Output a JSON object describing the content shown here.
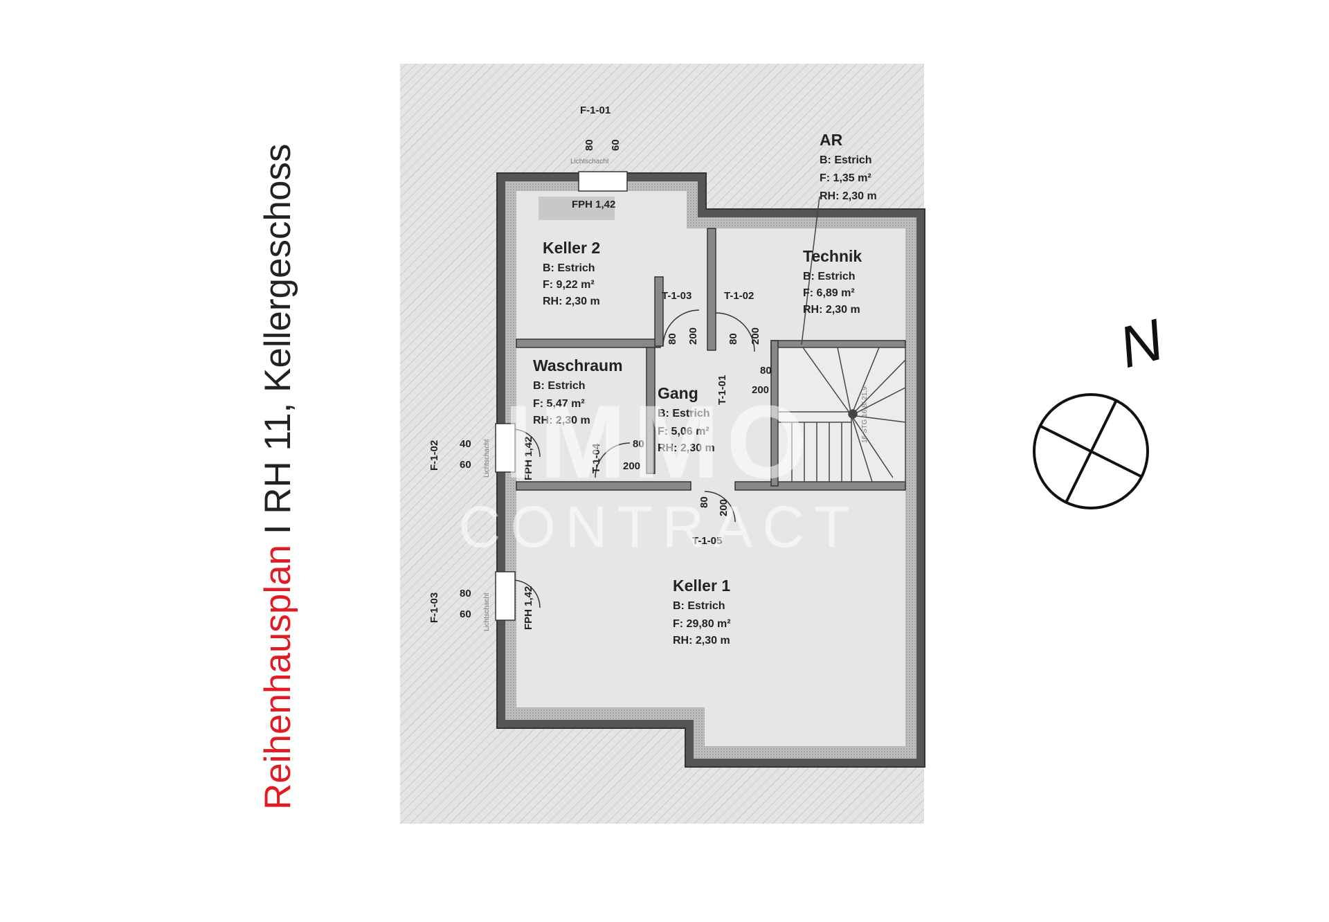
{
  "title": {
    "prefix": "Reihenhausplan",
    "rest": " I RH 11, Kellergeschoss"
  },
  "colors": {
    "title_accent": "#e01b24",
    "room_fill": "#e6e6e6",
    "hatch_fill": "#dcdcdc"
  },
  "watermark": {
    "logo": "IMMO",
    "word": "CONTRACT"
  },
  "north_label": "N",
  "rooms": {
    "keller2": {
      "name": "Keller 2",
      "floor": "B: Estrich",
      "area": "F:   9,22 m²",
      "height": "RH: 2,30 m"
    },
    "technik": {
      "name": "Technik",
      "floor": "B: Estrich",
      "area": "F:   6,89 m²",
      "height": "RH: 2,30 m"
    },
    "waschraum": {
      "name": "Waschraum",
      "floor": "B: Estrich",
      "area": "F:        5,47 m²",
      "height": "RH:      2,30 m"
    },
    "gang": {
      "name": "Gang",
      "floor": "B: Estrich",
      "area": "F:   5,06 m²",
      "height": "RH: 2,30 m"
    },
    "ar": {
      "name": "AR",
      "floor": "B: Estrich",
      "area": "F:    1,35 m²",
      "height": "RH: 2,30 m"
    },
    "keller1": {
      "name": "Keller 1",
      "floor": "B: Estrich",
      "area": "F:  29,80 m²",
      "height": "RH: 2,30 m"
    }
  },
  "tags": {
    "f101": "F-1-01",
    "f102": "F-1-02",
    "f103": "F-1-03",
    "t101": "T-1-01",
    "t102": "T-1-02",
    "t103": "T-1-03",
    "t104": "T-1-04",
    "t105": "T-1-05",
    "fph1": "FPH 1,42",
    "fph2": "FPH 1,42",
    "fph3": "FPH 1,42",
    "lichtschacht": "Lichtschacht",
    "d80": "80",
    "d60": "60",
    "d40": "40",
    "d200": "200",
    "stair": "16 STG 16,8/ 21,9"
  }
}
